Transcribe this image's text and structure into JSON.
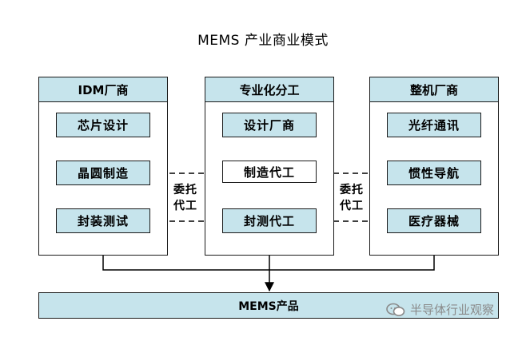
{
  "title": "MEMS 产业商业模式",
  "groups": {
    "left": {
      "header": "IDM厂商",
      "items": [
        "芯片设计",
        "晶圆制造",
        "封装测试"
      ]
    },
    "middle": {
      "header": "专业化分工",
      "items": [
        "设计厂商",
        "制造代工",
        "封测代工"
      ]
    },
    "right": {
      "header": "整机厂商",
      "items": [
        "光纤通讯",
        "惯性导航",
        "医疗器械"
      ]
    }
  },
  "labels": {
    "left_line1": "委托",
    "left_line2": "代工",
    "right_line1": "委托",
    "right_line2": "代工"
  },
  "product": "MEMS产品",
  "watermark": "半导体行业观察"
}
